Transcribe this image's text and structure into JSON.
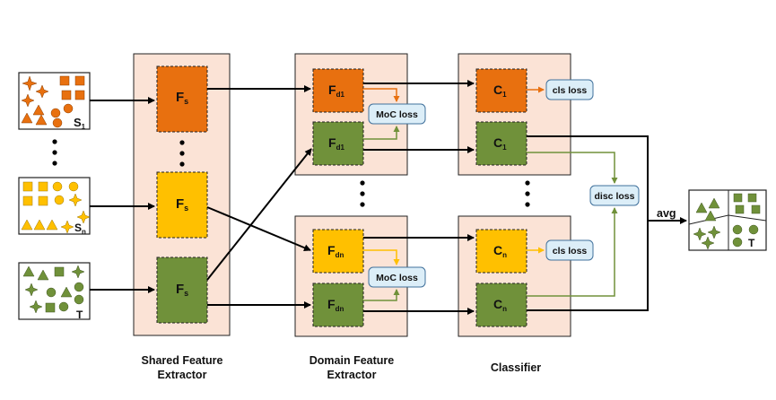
{
  "colors": {
    "orange": "#E8700F",
    "yellow": "#FFC000",
    "green": "#70913A",
    "panel": "#FBE3D6",
    "loss_box": "#DCEEF8",
    "loss_border": "#41719C"
  },
  "inputs": {
    "s1": {
      "main": "S",
      "sub": "1"
    },
    "sn": {
      "main": "S",
      "sub": "n"
    },
    "t": {
      "main": "T"
    }
  },
  "shared": {
    "label_line1": "Shared Feature",
    "label_line2": "Extractor",
    "fs_main": "F",
    "fs_sub": "s"
  },
  "domain": {
    "label_line1": "Domain Feature",
    "label_line2": "Extractor",
    "f_main": "F",
    "fd1_sub": "d1",
    "fdn_sub": "dn",
    "moc_loss": "MoC loss"
  },
  "classifier": {
    "label": "Classifier",
    "c_main": "C",
    "c1_sub": "1",
    "cn_sub": "n",
    "cls_loss": "cls loss",
    "disc_loss": "disc loss"
  },
  "output": {
    "avg": "avg",
    "t_label": "T"
  }
}
